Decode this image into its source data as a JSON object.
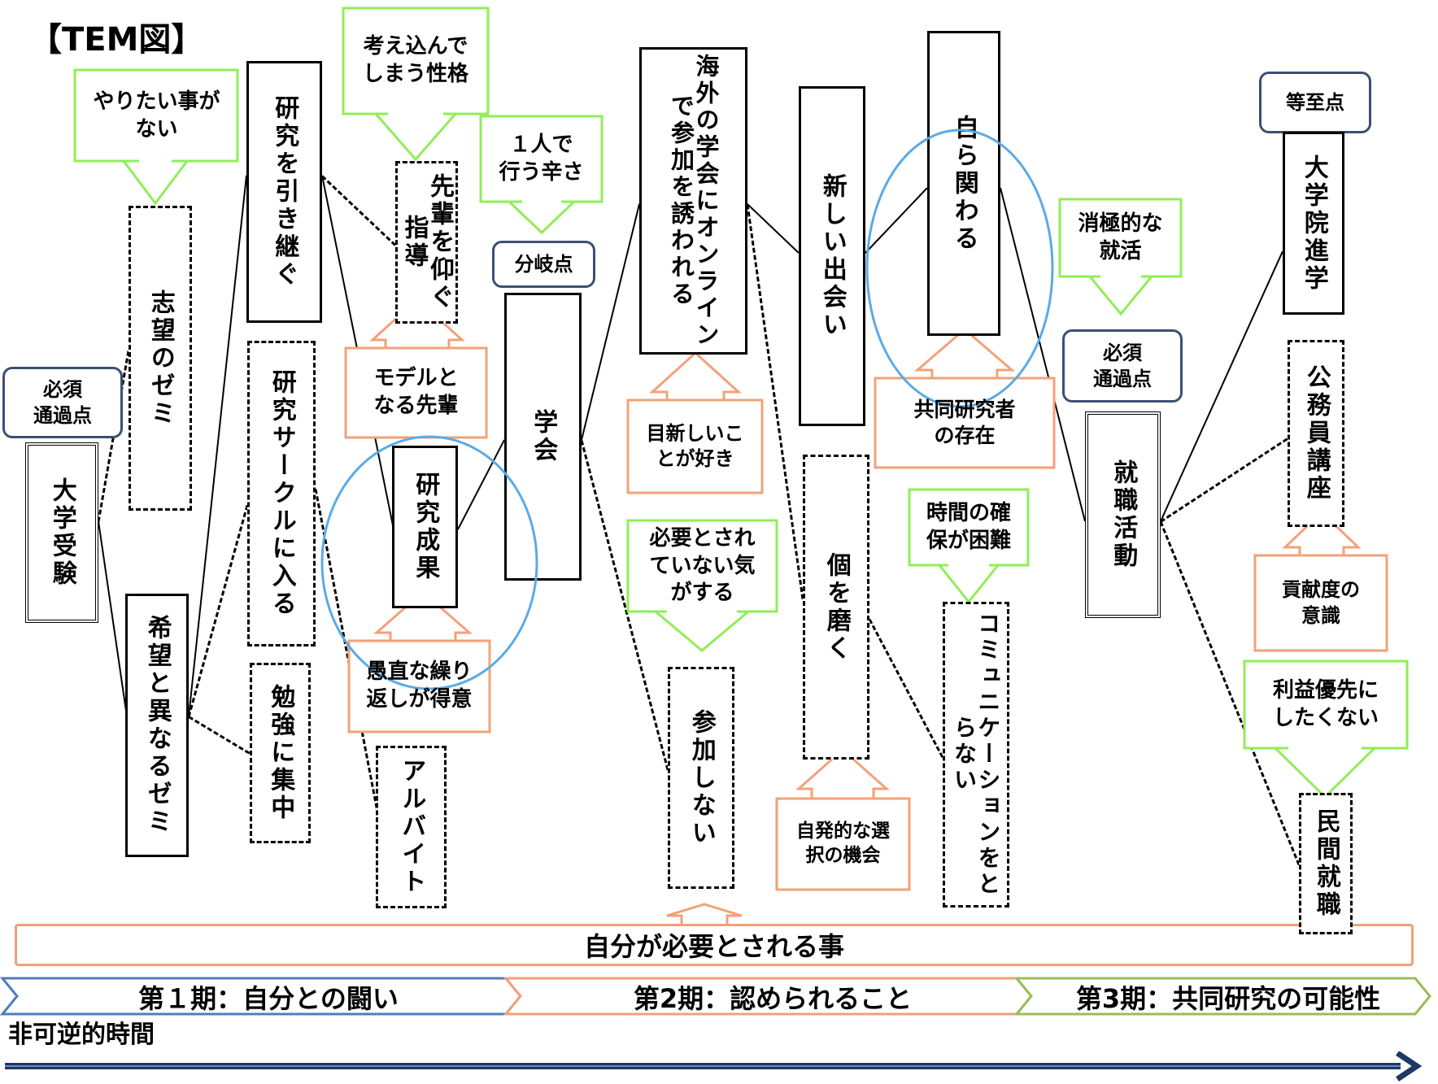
{
  "title": "【TEM図】",
  "time_label": "非可逆的時間",
  "band": "自分が必要とされる事",
  "phases": [
    "第１期：自分との闘い",
    "第2期：認められること",
    "第3期：共同研究の可能性"
  ],
  "colors": {
    "green": "#90ee57",
    "orange": "#f2a27a",
    "navy": "#3c4f73",
    "blue_circle": "#5aabe6",
    "phase1": "#4f7cbf",
    "phase2": "#f0a07a",
    "phase3": "#9bbb59",
    "arrow": "#1f3864"
  },
  "nodes": {
    "daigaku_juken": "大学受験",
    "shibo_zemi": "志望のゼミ",
    "kibou_zemi": "希望と異なるゼミ",
    "kenkyu_hikitsugu": "研究を引き継ぐ",
    "kenkyu_circle": "研究サークルに入る",
    "benkyou": "勉強に集中",
    "senpai": "先輩を仰ぐ指導",
    "kenkyu_seika": "研究成果",
    "arbeit": "アルバイト",
    "gakkai": "学会",
    "kaigai": "海外の学会にオンラインで参加を誘われる",
    "sanka_shinai": "参加しない",
    "atarashii": "新しい出会い",
    "ko_migaku": "個を磨く",
    "mizukara": "自ら関わる",
    "comm": "コミュニケーションをとらない",
    "shushoku": "就職活動",
    "daigakuin": "大学院進学",
    "koumuin": "公務員講座",
    "minkan": "民間就職"
  },
  "points": {
    "hissu1": "必須\n通過点",
    "bunki": "分岐点",
    "hissu2": "必須\n通過点",
    "toushi": "等至点"
  },
  "green_labels": {
    "yaritai": "やりたい事が\nない",
    "kangae": "考え込んで\nしまう性格",
    "hitori": "１人で\n行う辛さ",
    "shoukyoku": "消極的な\n就活",
    "hitsuyou": "必要とされ\nていない気\nがする",
    "jikan": "時間の確\n保が困難",
    "rieki": "利益優先に\nしたくない"
  },
  "orange_labels": {
    "model": "モデルと\nなる先輩",
    "guchoku": "愚直な繰り\n返しが得意",
    "meatarashii": "目新しいこ\nとが好き",
    "kyoudou": "共同研究者\nの存在",
    "jihatsu": "自発的な選\n択の機会",
    "kouken": "貢献度の\n意識"
  }
}
